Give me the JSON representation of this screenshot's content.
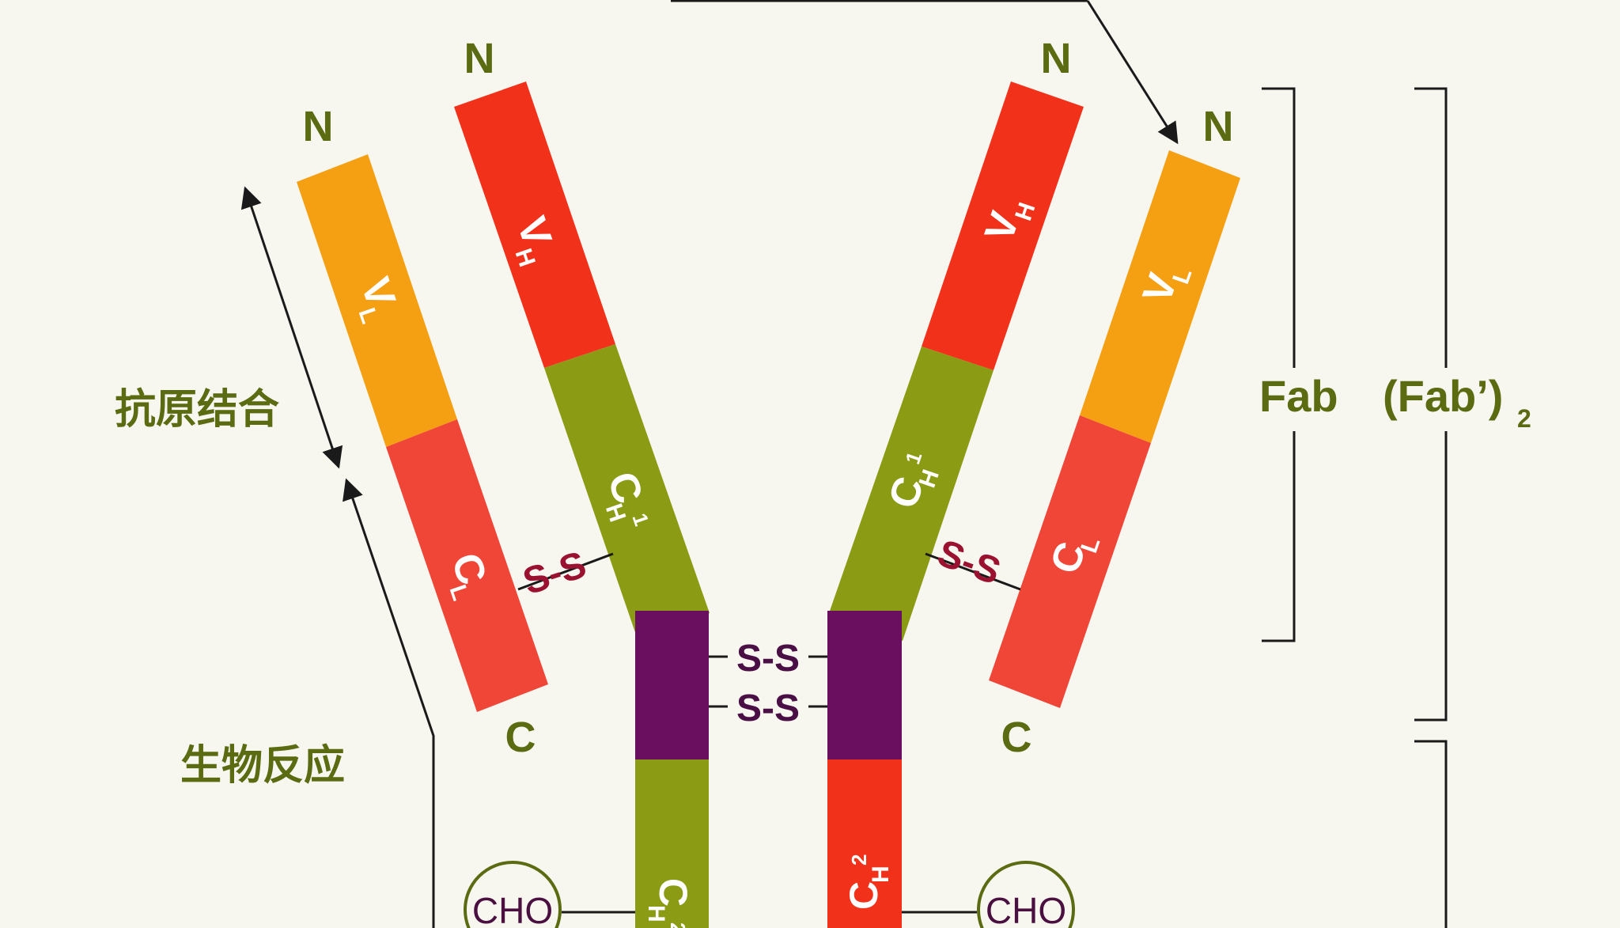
{
  "colors": {
    "background": "#f7f7f0",
    "orange": "#f5a012",
    "red": "#f2311b",
    "coral": "#f04638",
    "green": "#8b9b14",
    "purple": "#6a0f5f",
    "label": "#5a6b12",
    "disulfide_red": "#9a1230",
    "disulfide_purple": "#4a1045"
  },
  "terminals": {
    "n_left_light": "N",
    "n_left_heavy": "N",
    "n_right_heavy": "N",
    "n_right_light": "N",
    "c_left": "C",
    "c_right": "C"
  },
  "segments": {
    "vl": "V",
    "vl_sub": "L",
    "vh": "V",
    "vh_sub": "H",
    "cl": "C",
    "cl_sub": "L",
    "ch1": "C",
    "ch1_sub": "H",
    "ch1_sup": "1",
    "ch2": "C",
    "ch2_sub": "H",
    "ch2_sup": "2"
  },
  "bonds": {
    "light_heavy": "S-S",
    "hinge_upper": "S-S",
    "hinge_lower": "S-S"
  },
  "labels": {
    "antigen_binding": "抗原结合",
    "biological_reaction": "生物反应",
    "fab": "Fab",
    "fab2": "(Fab’)",
    "fab2_sub": "2"
  },
  "carbohydrate": {
    "left": "CHO",
    "right": "CHO"
  }
}
